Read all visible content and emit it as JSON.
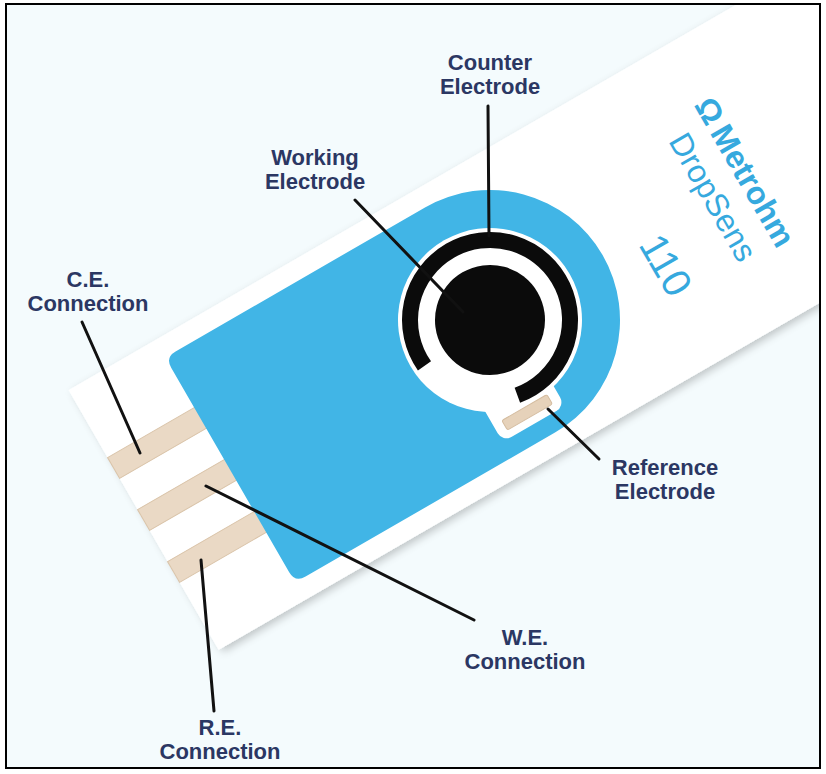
{
  "diagram": {
    "labels": [
      "Counter Electrode",
      "Working Electrode",
      "Reference Electrode",
      "C.E. Connection",
      "W.E. Connection",
      "R.E. Connection",
      "Ω",
      "Metrohm",
      "DropSens",
      "110"
    ]
  }
}
